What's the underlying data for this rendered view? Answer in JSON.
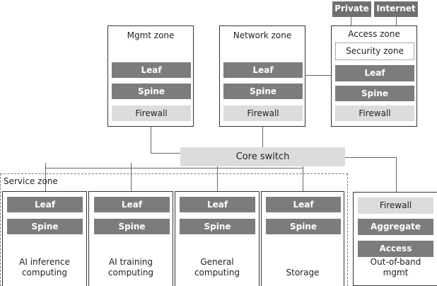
{
  "external": {
    "private": "Private",
    "internet": "Internet"
  },
  "zones": {
    "mgmt": {
      "title": "Mgmt zone",
      "leaf": "Leaf",
      "spine": "Spine",
      "firewall": "Firewall"
    },
    "network": {
      "title": "Network  zone",
      "leaf": "Leaf",
      "spine": "Spine",
      "firewall": "Firewall"
    },
    "access": {
      "title": "Access zone",
      "security": "Security zone",
      "leaf": "Leaf",
      "spine": "Spine",
      "firewall": "Firewall"
    }
  },
  "core_switch": "Core switch",
  "service_zone": {
    "title": "Service zone",
    "units": [
      {
        "leaf": "Leaf",
        "spine": "Spine",
        "caption_line1": "AI inference",
        "caption_line2": "computing"
      },
      {
        "leaf": "Leaf",
        "spine": "Spine",
        "caption_line1": "AI training",
        "caption_line2": "computing"
      },
      {
        "leaf": "Leaf",
        "spine": "Spine",
        "caption_line1": "General",
        "caption_line2": "computing"
      },
      {
        "leaf": "Leaf",
        "spine": "Spine",
        "caption_line1": "",
        "caption_line2": "Storage"
      }
    ]
  },
  "oob": {
    "firewall": "Firewall",
    "aggregate": "Aggregate",
    "access": "Access",
    "caption_line1": "Out-of-band",
    "caption_line2": "mgmt"
  }
}
